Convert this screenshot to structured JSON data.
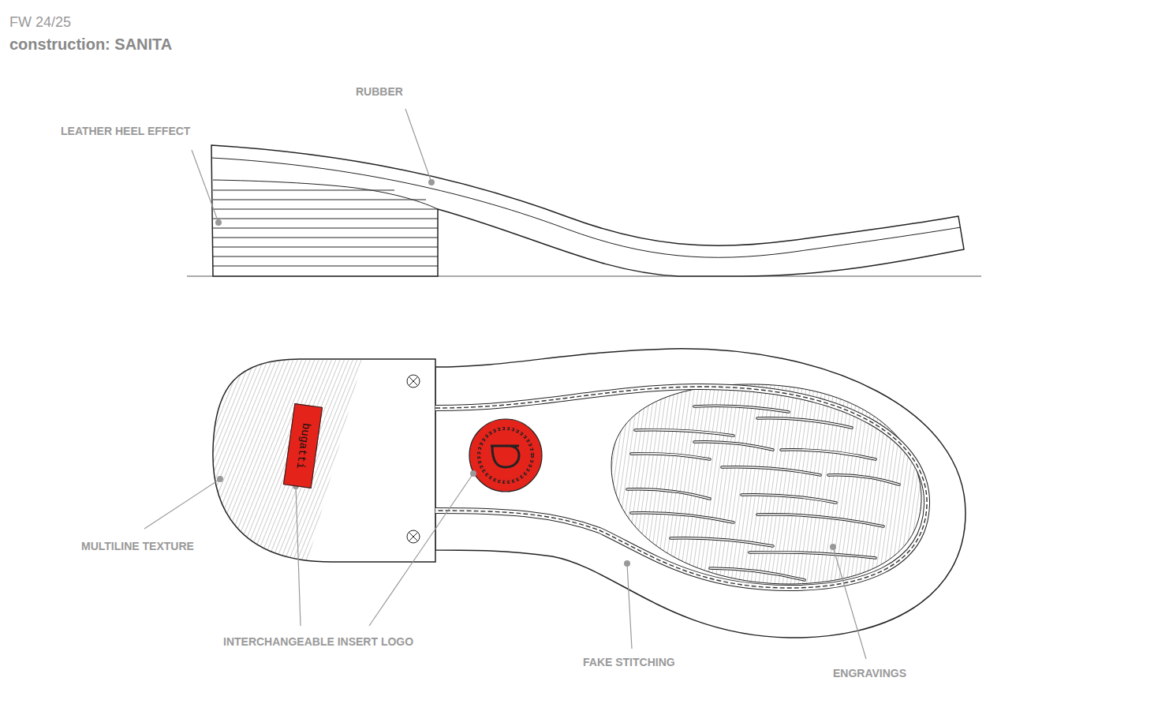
{
  "diagram": {
    "title": "construction: SANITA",
    "nodes": [
      {
        "text": [
          "bugatti"
        ]
      }
    ],
    "labels": [
      "FW 24/25",
      "RUBBER",
      "LEATHER HEEL EFFECT",
      "MULTILINE TEXTURE",
      "INTERCHANGEABLE INSERT LOGO",
      "FAKE STITCHING",
      "ENGRAVINGS"
    ]
  }
}
